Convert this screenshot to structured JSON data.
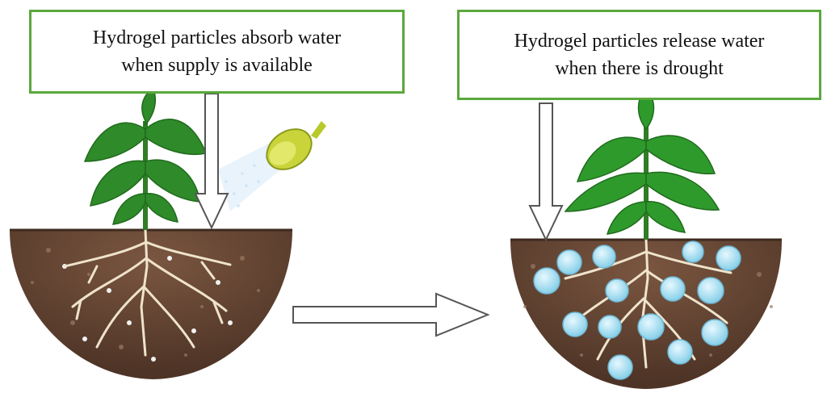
{
  "left_panel": {
    "caption_line1": "Hydrogel particles absorb water",
    "caption_line2": "when supply is available"
  },
  "right_panel": {
    "caption_line1": "Hydrogel particles release water",
    "caption_line2": "when there is drought"
  },
  "icons": {
    "left_scene": [
      "plant-icon",
      "roots-icon",
      "soil-icon",
      "watering-can-icon",
      "water-spray-icon",
      "down-arrow-icon"
    ],
    "right_scene": [
      "plant-icon",
      "roots-icon",
      "soil-icon",
      "hydrogel-particle-icon",
      "down-arrow-icon"
    ],
    "transition": "right-arrow-icon"
  },
  "colors": {
    "box_border": "#5aa83c",
    "soil": "#6b4a35",
    "leaf": "#2f8a2a",
    "hydrogel": "#aee3f4"
  }
}
